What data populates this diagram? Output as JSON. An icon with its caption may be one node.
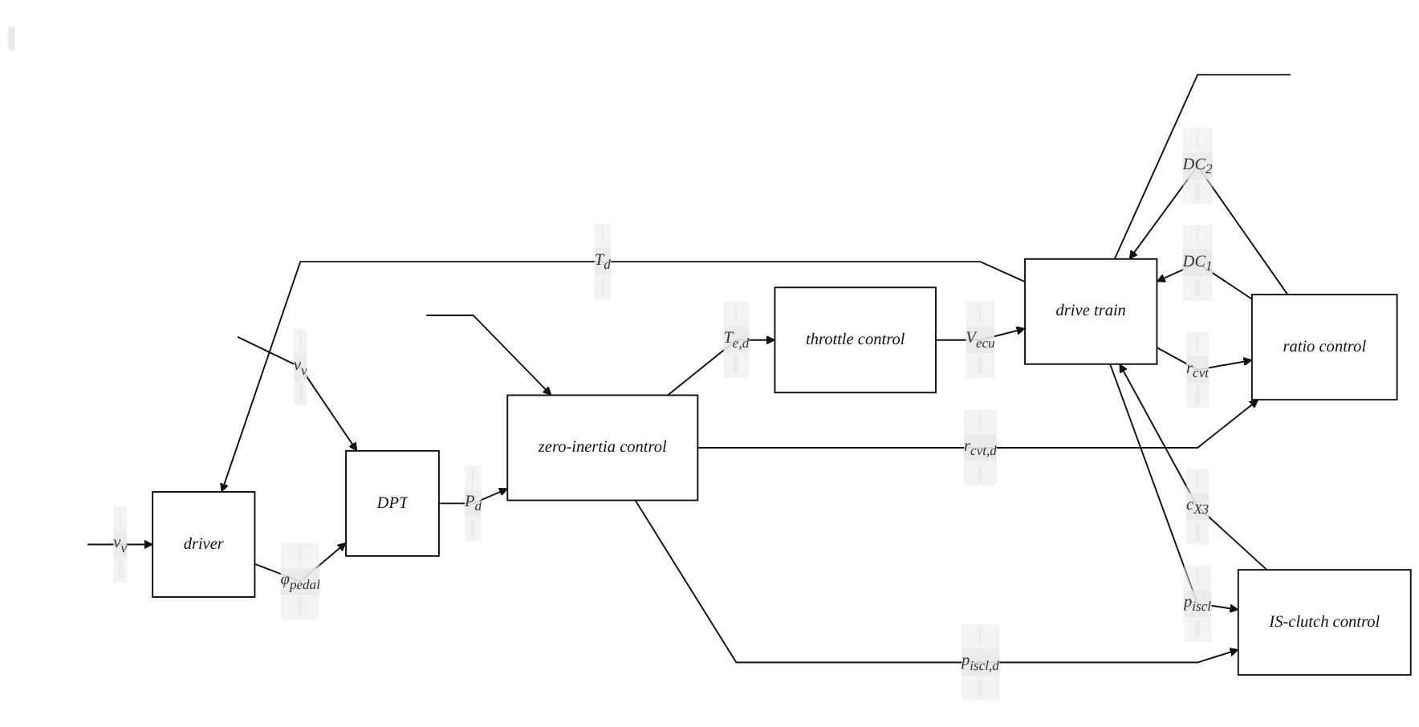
{
  "diagram": {
    "nodes": [
      {
        "text": [
          "driver"
        ]
      },
      {
        "text": [
          "DPT"
        ]
      },
      {
        "text": [
          "zero-inertia control"
        ]
      },
      {
        "text": [
          "throttle control"
        ]
      },
      {
        "text": [
          "ratio control"
        ]
      },
      {
        "text": [
          "IS-clutch control"
        ]
      },
      {
        "text": [
          "drive train"
        ]
      }
    ],
    "edges": [
      {
        "from": 0,
        "to": 1,
        "arrow": "to",
        "label": "φ$_{pedal}$"
      },
      {
        "from": 1,
        "to": 2,
        "arrow": "to",
        "label": "P$_{d}$"
      },
      {
        "from": 2,
        "to": 3,
        "arrow": "to",
        "label": "T$_{e,d}$"
      },
      {
        "from": 2,
        "to": 4,
        "arrow": "to",
        "label": "r$_{cvt,d}$"
      },
      {
        "from": 2,
        "to": 5,
        "arrow": "to",
        "label": "p$_{iscl,d}$"
      },
      {
        "from": 3,
        "to": 6,
        "arrow": "to",
        "label": "V$_{ecu}$"
      },
      {
        "from": 4,
        "to": 6,
        "arrow": "to",
        "label": "DC$_{1}$"
      },
      {
        "from": 4,
        "to": 6,
        "arrow": "to",
        "label": "DC$_{2}$"
      },
      {
        "from": 5,
        "to": 6,
        "arrow": "to",
        "label": "c$_{X3}$"
      },
      {
        "from": 6,
        "to": 0,
        "arrow": "to",
        "label": "T$_{d}$"
      },
      {
        "from": null,
        "to": 0,
        "arrow": "to",
        "label": "v$_{v}$"
      },
      {
        "from": 6,
        "to": null,
        "arrow": "none"
      },
      {
        "from": 6,
        "to": 5,
        "arrow": "to",
        "label": "p$_{iscl}$"
      },
      {
        "from": 6,
        "to": 4,
        "arrow": "to",
        "label": "r$_{cvt}$"
      },
      {
        "from": null,
        "to": 1,
        "arrow": "to",
        "label": "v$_{v}$"
      },
      {
        "from": null,
        "to": 2,
        "arrow": "to"
      }
    ]
  }
}
